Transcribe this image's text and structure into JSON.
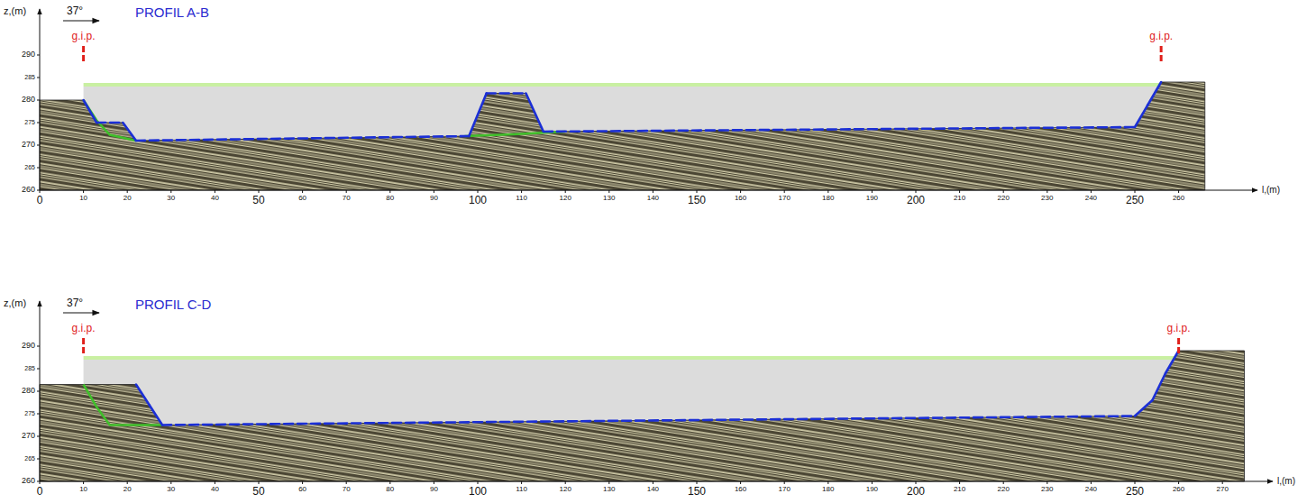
{
  "diagram": {
    "labels": [
      "z,(m)",
      "37°",
      "PROFIL A-B",
      "g.i.p.",
      "g.i.p.",
      "290",
      "285",
      "280",
      "275",
      "270",
      "265",
      "260",
      "0",
      "10",
      "20",
      "30",
      "40",
      "50",
      "60",
      "70",
      "80",
      "90",
      "100",
      "110",
      "120",
      "130",
      "140",
      "150",
      "160",
      "170",
      "180",
      "190",
      "200",
      "210",
      "220",
      "230",
      "240",
      "250",
      "260",
      "l,(m)",
      "z,(m)",
      "37°",
      "PROFIL C-D",
      "g.i.p.",
      "g.i.p.",
      "290",
      "285",
      "280",
      "275",
      "270",
      "265",
      "260",
      "0",
      "10",
      "20",
      "30",
      "40",
      "50",
      "60",
      "70",
      "80",
      "90",
      "100",
      "110",
      "120",
      "130",
      "140",
      "150",
      "160",
      "170",
      "180",
      "190",
      "200",
      "210",
      "220",
      "230",
      "240",
      "250",
      "260",
      "270",
      "l,(m)"
    ]
  }
}
